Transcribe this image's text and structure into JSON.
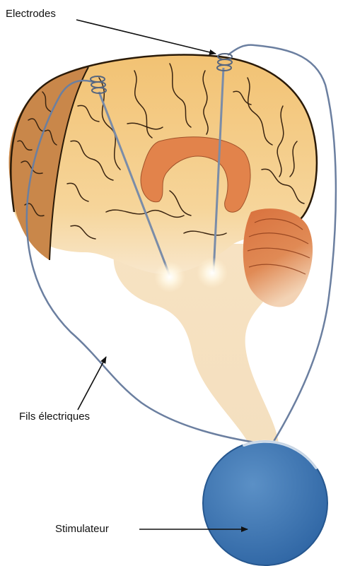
{
  "labels": {
    "electrodes": "Electrodes",
    "wires": "Fils électriques",
    "stimulator": "Stimulateur"
  },
  "colors": {
    "cerebrum": "#f4c77c",
    "frontal_section": "#c9874a",
    "caudate": "#e2834b",
    "cerebellum": "#d9713d",
    "brainstem": "#f6e1c0",
    "wire": "#6b7fa0",
    "stimulator": "#3a73b0",
    "arrow": "#111111"
  }
}
